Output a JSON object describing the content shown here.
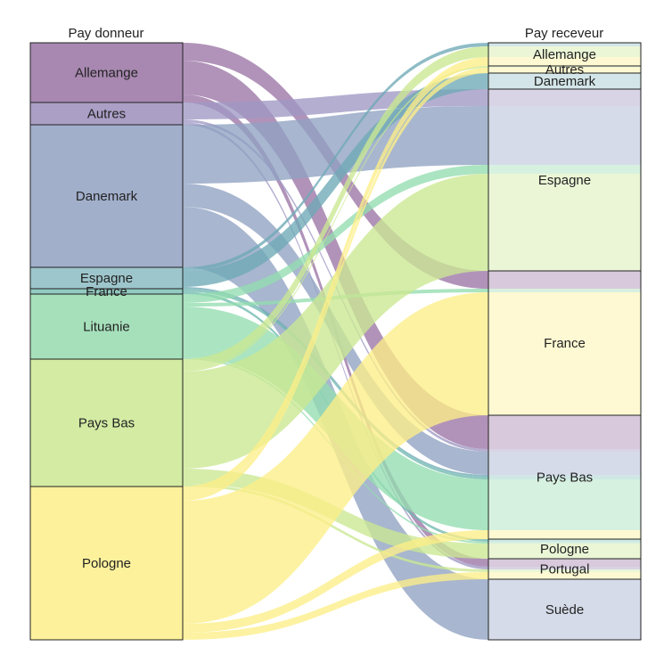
{
  "chart_data": {
    "type": "alluvial",
    "axis_labels": [
      "Pay donneur",
      "Pay receveur"
    ],
    "origins": [
      {
        "name": "Allemange",
        "color": "#9b74a5",
        "fill": "#a888b1"
      },
      {
        "name": "Autres",
        "color": "#9f98c4",
        "fill": "#ab9fc6"
      },
      {
        "name": "Danemark",
        "color": "#8fa1c1",
        "fill": "#a2afcb"
      },
      {
        "name": "Espagne",
        "color": "#6ea9b6",
        "fill": "#9dc6cc"
      },
      {
        "name": "France",
        "color": "#70b9b0",
        "fill": "#92cbc2"
      },
      {
        "name": "Lituanie",
        "color": "#94dcb0",
        "fill": "#a6e0bb"
      },
      {
        "name": "Pays Bas",
        "color": "#cbe892",
        "fill": "#d3eba3"
      },
      {
        "name": "Pologne",
        "color": "#fcee88",
        "fill": "#fdf19c"
      }
    ],
    "destinations": [
      "Allemange",
      "Autres",
      "Danemark",
      "Espagne",
      "France",
      "Pays Bas",
      "Pologne",
      "Portugal",
      "Suède"
    ],
    "flows": [
      {
        "from": "Allemange",
        "to": "France",
        "value": 20
      },
      {
        "from": "Allemange",
        "to": "Pays Bas",
        "value": 38
      },
      {
        "from": "Allemange",
        "to": "Portugal",
        "value": 9
      },
      {
        "from": "Autres",
        "to": "Espagne",
        "value": 19
      },
      {
        "from": "Autres",
        "to": "Pays Bas",
        "value": 3
      },
      {
        "from": "Autres",
        "to": "Portugal",
        "value": 3
      },
      {
        "from": "Danemark",
        "to": "Espagne",
        "value": 66
      },
      {
        "from": "Danemark",
        "to": "Pays Bas",
        "value": 26
      },
      {
        "from": "Danemark",
        "to": "Suède",
        "value": 68
      },
      {
        "from": "Espagne",
        "to": "Allemange",
        "value": 4
      },
      {
        "from": "Espagne",
        "to": "Danemark",
        "value": 18
      },
      {
        "from": "Espagne",
        "to": "Pays Bas",
        "value": 2
      },
      {
        "from": "France",
        "to": "Pays Bas",
        "value": 3
      },
      {
        "from": "France",
        "to": "Pologne",
        "value": 3
      },
      {
        "from": "Lituanie",
        "to": "Espagne",
        "value": 10
      },
      {
        "from": "Lituanie",
        "to": "France",
        "value": 4
      },
      {
        "from": "Lituanie",
        "to": "Pays Bas",
        "value": 57
      },
      {
        "from": "Lituanie",
        "to": "Pologne",
        "value": 2
      },
      {
        "from": "Pays Bas",
        "to": "Allemange",
        "value": 12
      },
      {
        "from": "Pays Bas",
        "to": "Autres",
        "value": 2
      },
      {
        "from": "Pays Bas",
        "to": "Espagne",
        "value": 109
      },
      {
        "from": "Pays Bas",
        "to": "Pologne",
        "value": 17
      },
      {
        "from": "Pays Bas",
        "to": "Portugal",
        "value": 3
      },
      {
        "from": "Pologne",
        "to": "Allemange",
        "value": 10
      },
      {
        "from": "Pologne",
        "to": "Autres",
        "value": 6
      },
      {
        "from": "Pologne",
        "to": "France",
        "value": 138
      },
      {
        "from": "Pologne",
        "to": "Pays Bas",
        "value": 10
      },
      {
        "from": "Pologne",
        "to": "Portugal",
        "value": 8
      }
    ]
  }
}
